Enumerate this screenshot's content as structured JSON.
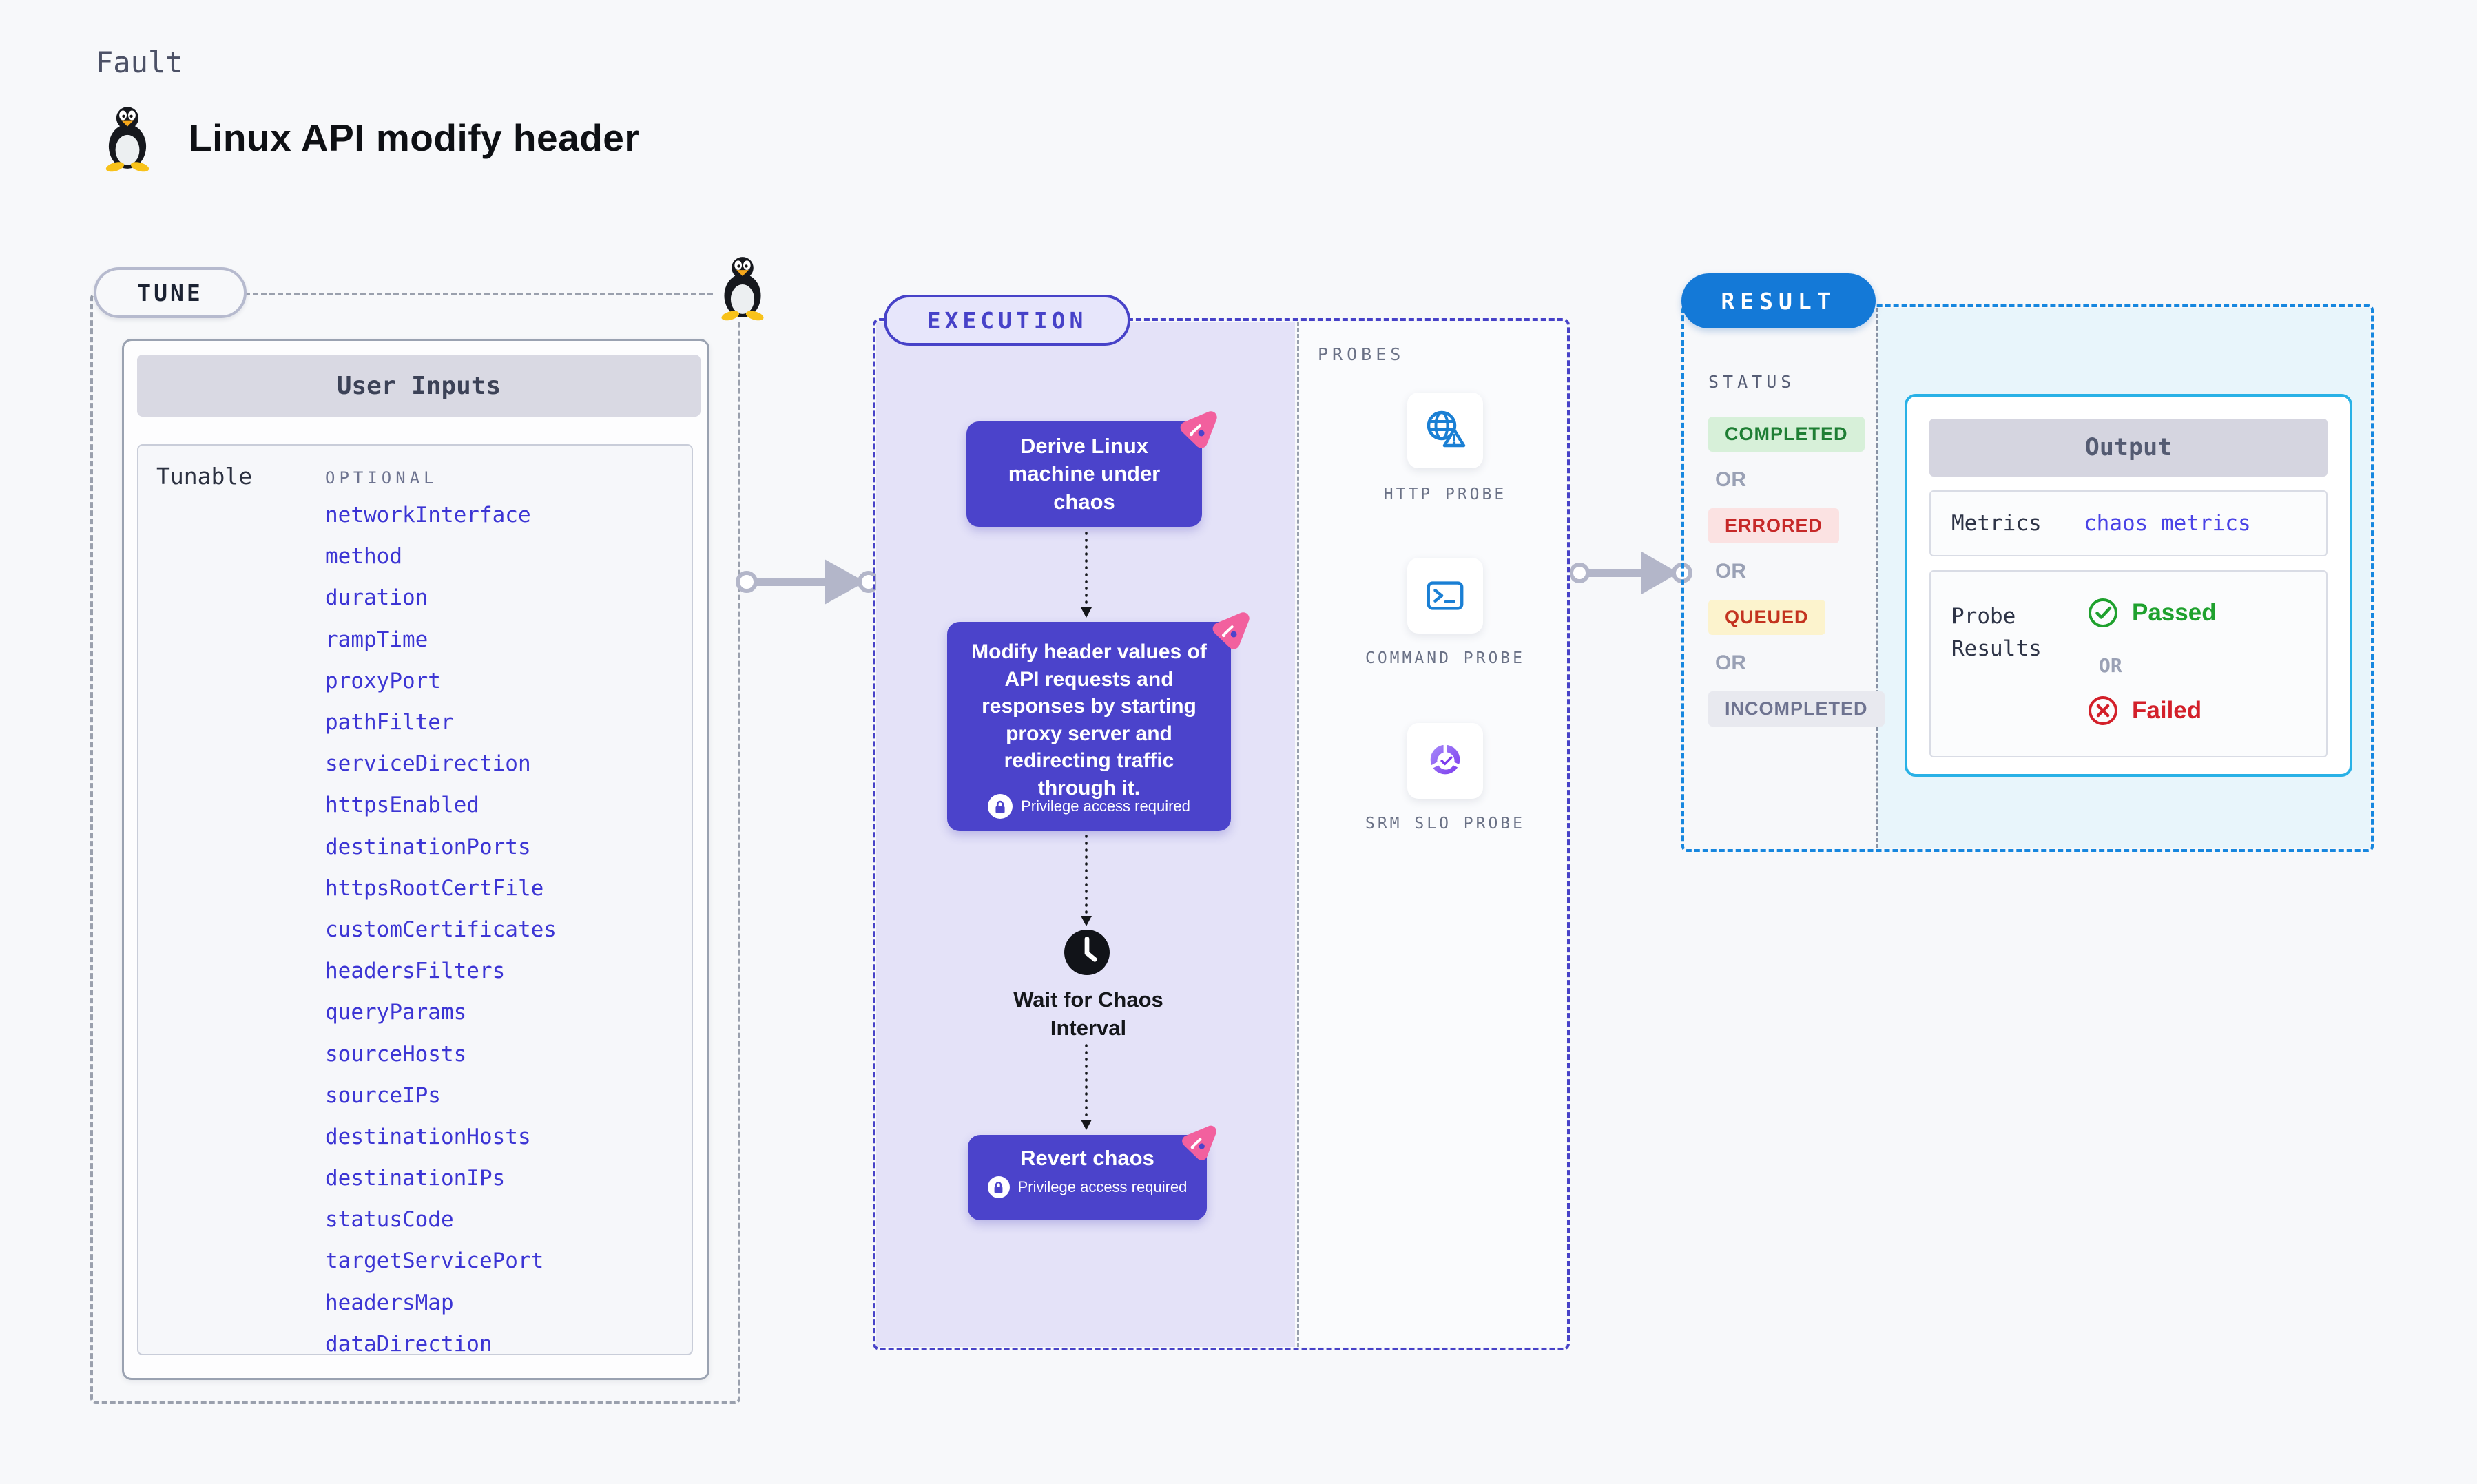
{
  "page": {
    "kicker": "Fault",
    "title": "Linux API modify header"
  },
  "tune": {
    "pill_label": "TUNE",
    "table_title": "User Inputs",
    "row_label": "Tunable",
    "column_label": "OPTIONAL",
    "tunables": [
      "networkInterface",
      "method",
      "duration",
      "rampTime",
      "proxyPort",
      "pathFilter",
      "serviceDirection",
      "httpsEnabled",
      "destinationPorts",
      "httpsRootCertFile",
      "customCertificates",
      "headersFilters",
      "queryParams",
      "sourceHosts",
      "sourceIPs",
      "destinationHosts",
      "destinationIPs",
      "statusCode",
      "targetServicePort",
      "headersMap",
      "dataDirection"
    ]
  },
  "execution": {
    "pill_label": "EXECUTION",
    "derive_step": "Derive Linux machine under chaos",
    "modify_step": "Modify header values of API requests and responses by starting proxy server and redirecting traffic through it.",
    "wait_step": "Wait for Chaos Interval",
    "revert_step": "Revert chaos",
    "privilege_label": "Privilege access required"
  },
  "probes": {
    "section_label": "PROBES",
    "items": [
      {
        "label": "HTTP PROBE",
        "icon": "globe-alert-icon"
      },
      {
        "label": "COMMAND PROBE",
        "icon": "terminal-icon"
      },
      {
        "label": "SRM SLO PROBE",
        "icon": "slo-gauge-icon"
      }
    ]
  },
  "result": {
    "pill_label": "RESULT",
    "status_label": "STATUS",
    "or_label": "OR",
    "statuses": [
      {
        "label": "COMPLETED",
        "fg": "#1e7e34",
        "bg": "#d7f0d9"
      },
      {
        "label": "ERRORED",
        "fg": "#c62828",
        "bg": "#fbe2e2"
      },
      {
        "label": "QUEUED",
        "fg": "#c3331f",
        "bg": "#fcf3cd"
      },
      {
        "label": "INCOMPLETED",
        "fg": "#6e7390",
        "bg": "#e8e9ef"
      }
    ],
    "output": {
      "title": "Output",
      "metrics_label": "Metrics",
      "metrics_value": "chaos metrics",
      "probe_results_label": "Probe Results",
      "passed_label": "Passed",
      "failed_label": "Failed"
    }
  },
  "colors": {
    "accent_indigo": "#4b43cb",
    "accent_pink": "#f2609e",
    "result_blue": "#1479d7",
    "output_border": "#29b1e6",
    "passed_green": "#1fa12e",
    "failed_red": "#d3202a",
    "tunable_link": "#3c35d4"
  }
}
